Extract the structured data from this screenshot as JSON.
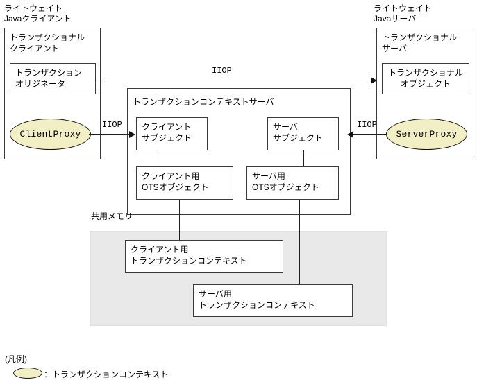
{
  "diagram": {
    "title_client_zone": "ライトウェイト\nJavaクライアント",
    "title_server_zone": "ライトウェイト\nJavaサーバ",
    "client_panel_label": "トランザクショナル\nクライアント",
    "client_originator_label": "トランザクション\nオリジネータ",
    "client_proxy_label": "ClientProxy",
    "server_panel_label": "トランザクショナル\nサーバ",
    "server_object_label": "トランザクショナル\nオブジェクト",
    "server_proxy_label": "ServerProxy",
    "tcs_label": "トランザクションコンテキストサーバ",
    "client_subject_label": "クライアント\nサブジェクト",
    "server_subject_label": "サーバ\nサブジェクト",
    "client_ots_label": "クライアント用\nOTSオブジェクト",
    "server_ots_label": "サーバ用\nOTSオブジェクト",
    "shared_memory_label": "共用メモリ",
    "client_context_label": "クライアント用\nトランザクションコンテキスト",
    "server_context_label": "サーバ用\nトランザクションコンテキスト",
    "protocol_top": "IIOP",
    "protocol_left": "IIOP",
    "protocol_right": "IIOP"
  },
  "legend": {
    "heading": "(凡例)",
    "context_entry": "：トランザクションコンテキスト"
  },
  "colors": {
    "proxy_fill": "#f2efc4",
    "shared_memory_fill": "#e9e9e9",
    "stroke": "#2b2b2b",
    "background": "#ffffff"
  }
}
